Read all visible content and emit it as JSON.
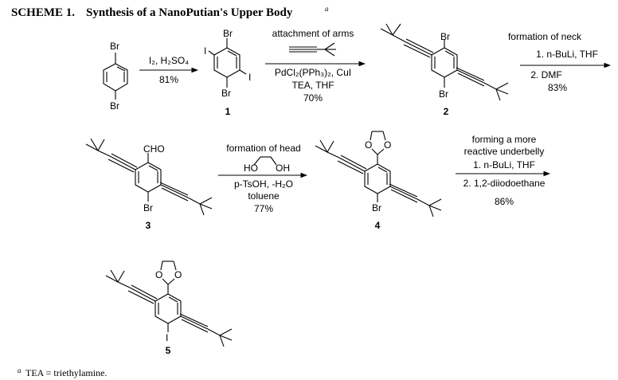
{
  "scheme": {
    "label": "SCHEME 1.",
    "title": "Synthesis of a NanoPutian's Upper Body",
    "title_mark": "a"
  },
  "steps": [
    {
      "id": "s1",
      "lines": [
        "I₂, H₂SO₄",
        "81%"
      ]
    },
    {
      "id": "s2",
      "above": [
        "attachment of arms"
      ],
      "lines": [
        "PdCl₂(PPh₃)₂, CuI",
        "TEA, THF",
        "70%"
      ]
    },
    {
      "id": "s3",
      "above": [
        "formation of neck"
      ],
      "lines": [
        "1. n-BuLi, THF",
        "2. DMF",
        "83%"
      ]
    },
    {
      "id": "s4",
      "above": [
        "formation of head"
      ],
      "lines": [
        "p-TsOH, -H₂O",
        "toluene",
        "77%"
      ],
      "reagent_labels": [
        "HO",
        "OH"
      ]
    },
    {
      "id": "s5",
      "above": [
        "forming a more",
        "reactive underbelly"
      ],
      "lines": [
        "1. n-BuLi, THF",
        "2. 1,2-diiodoethane",
        "86%"
      ]
    }
  ],
  "compounds": {
    "start": {
      "atoms": [
        "Br",
        "Br"
      ]
    },
    "c1": {
      "number": "1",
      "atoms": [
        "I",
        "Br",
        "I",
        "Br"
      ]
    },
    "c2": {
      "number": "2",
      "atoms": [
        "Br",
        "Br"
      ]
    },
    "c3": {
      "number": "3",
      "atoms": [
        "CHO",
        "Br"
      ]
    },
    "c4": {
      "number": "4",
      "atoms": [
        "O",
        "O",
        "Br"
      ]
    },
    "c5": {
      "number": "5",
      "atoms": [
        "O",
        "O",
        "I"
      ]
    }
  },
  "footnote": {
    "mark": "a",
    "text": "TEA = triethylamine."
  }
}
